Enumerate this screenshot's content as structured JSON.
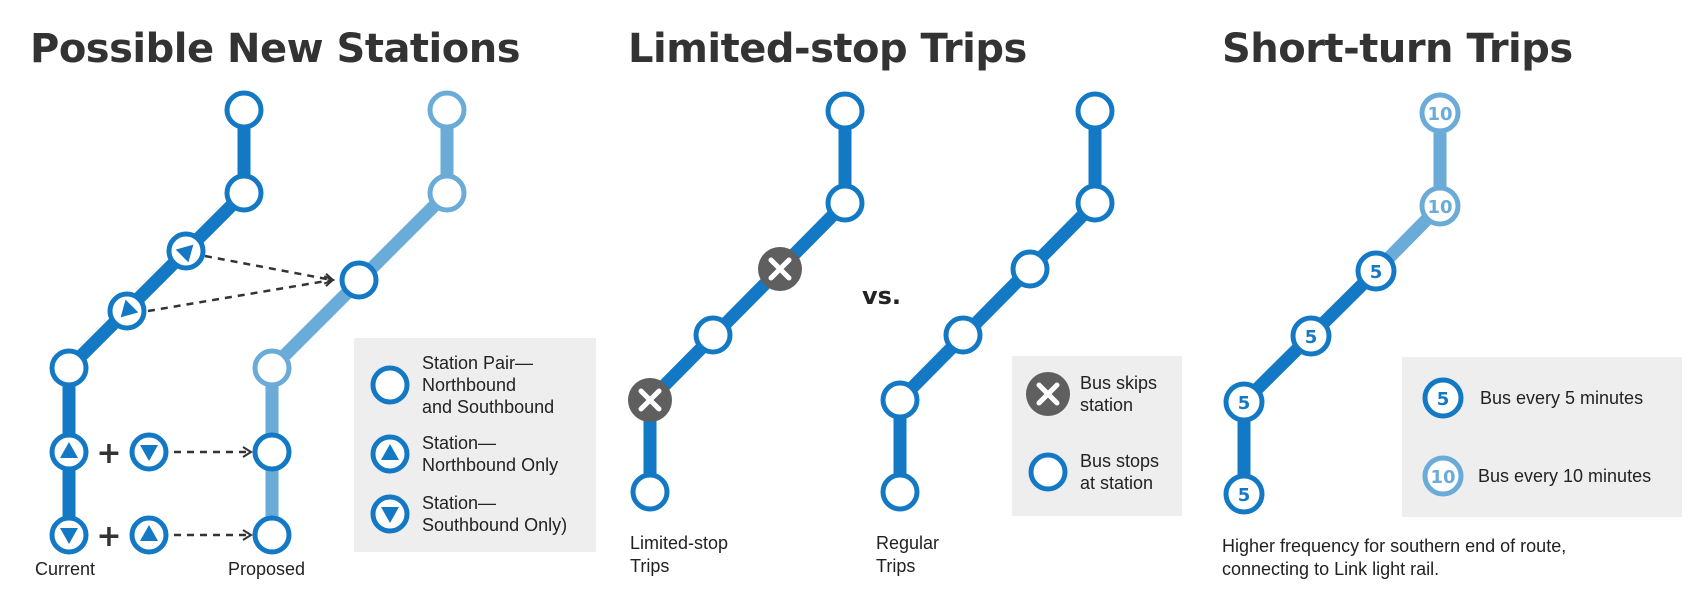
{
  "colors": {
    "dark_blue": "#1479c4",
    "light_blue": "#6aabd8",
    "gray": "#5f5f5f",
    "legend_bg": "#eeeeee",
    "text": "#333333"
  },
  "panel1": {
    "title": "Possible New Stations",
    "current_label": "Current",
    "proposed_label": "Proposed",
    "plus": "+",
    "legend": [
      {
        "icon": "station-pair-icon",
        "text": "Station Pair—\nNorthbound\nand Southbound"
      },
      {
        "icon": "northbound-station-icon",
        "text": "Station—\nNorthbound Only"
      },
      {
        "icon": "southbound-station-icon",
        "text": "Station—\nSouthbound Only)"
      }
    ]
  },
  "panel2": {
    "title": "Limited-stop Trips",
    "vs": "vs.",
    "limited_label": "Limited-stop\nTrips",
    "regular_label": "Regular\nTrips",
    "legend": [
      {
        "icon": "skip-station-icon",
        "text": "Bus skips\nstation"
      },
      {
        "icon": "stop-station-icon",
        "text": "Bus stops\nat station"
      }
    ]
  },
  "panel3": {
    "title": "Short-turn Trips",
    "station_labels": [
      "10",
      "10",
      "5",
      "5",
      "5",
      "5"
    ],
    "legend": [
      {
        "badge": "5",
        "text": "Bus every 5 minutes"
      },
      {
        "badge": "10",
        "text": "Bus every 10 minutes"
      }
    ],
    "caption": "Higher frequency for southern end of route,\nconnecting to Link light rail."
  }
}
